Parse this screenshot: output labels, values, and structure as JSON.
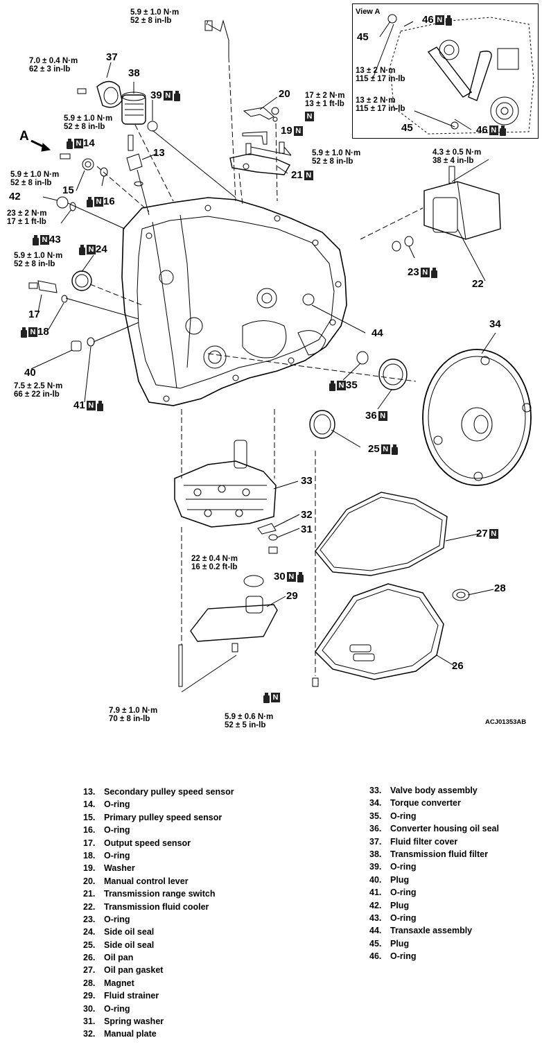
{
  "view_a": {
    "title": "View A"
  },
  "arrow_a": "A",
  "figure_code": "ACJ01353AB",
  "callouts": {
    "c13": "13",
    "c14": "14",
    "c15": "15",
    "c16": "16",
    "c17": "17",
    "c18": "18",
    "c19": "19",
    "c20": "20",
    "c21": "21",
    "c22": "22",
    "c23": "23",
    "c24": "24",
    "c25": "25",
    "c26": "26",
    "c27": "27",
    "c28": "28",
    "c29": "29",
    "c30": "30",
    "c31": "31",
    "c32": "32",
    "c33": "33",
    "c34": "34",
    "c35": "35",
    "c36": "36",
    "c37": "37",
    "c38": "38",
    "c39": "39",
    "c40": "40",
    "c41": "41",
    "c42": "42",
    "c43": "43",
    "c44": "44",
    "c45a": "45",
    "c46a": "46",
    "c45b": "45",
    "c46b": "46"
  },
  "torques": {
    "t_top_bolt": [
      "5.9 ± 1.0 N·m",
      "52 ± 8 in-lb"
    ],
    "t37": [
      "7.0 ± 0.4 N·m",
      "62 ± 3 in-lb"
    ],
    "t13": [
      "5.9 ± 1.0 N·m",
      "52 ± 8 in-lb"
    ],
    "t20nut": [
      "17 ± 2 N·m",
      "13 ± 1 ft-lb"
    ],
    "t21": [
      "5.9 ± 1.0 N·m",
      "52 ± 8 in-lb"
    ],
    "t15": [
      "5.9 ± 1.0 N·m",
      "52 ± 8 in-lb"
    ],
    "t42": [
      "23 ± 2 N·m",
      "17 ± 1 ft-lb"
    ],
    "t17": [
      "5.9 ± 1.0 N·m",
      "52 ± 8 in-lb"
    ],
    "t40": [
      "7.5 ± 2.5 N·m",
      "66 ± 22 in-lb"
    ],
    "t22": [
      "4.3 ± 0.5 N·m",
      "38 ± 4 in-lb"
    ],
    "t_va1": [
      "13 ± 2 N·m",
      "115 ± 17 in-lb"
    ],
    "t_va2": [
      "13 ± 2 N·m",
      "115 ± 17 in-lb"
    ],
    "t31": [
      "22 ± 0.4 N·m",
      "16 ± 0.2 ft-lb"
    ],
    "t_strainer": [
      "7.9 ± 1.0 N·m",
      "70 ± 8 in-lb"
    ],
    "t_pan": [
      "5.9 ± 0.6 N·m",
      "52 ± 5 in-lb"
    ]
  },
  "symbols": {
    "new_part": "N"
  },
  "legend": {
    "left": [
      {
        "n": "13.",
        "t": "Secondary pulley speed sensor"
      },
      {
        "n": "14.",
        "t": "O-ring"
      },
      {
        "n": "15.",
        "t": "Primary pulley speed sensor"
      },
      {
        "n": "16.",
        "t": "O-ring"
      },
      {
        "n": "17.",
        "t": "Output speed sensor"
      },
      {
        "n": "18.",
        "t": "O-ring"
      },
      {
        "n": "19.",
        "t": "Washer"
      },
      {
        "n": "20.",
        "t": "Manual control lever"
      },
      {
        "n": "21.",
        "t": "Transmission range switch"
      },
      {
        "n": "22.",
        "t": "Transmission fluid cooler"
      },
      {
        "n": "23.",
        "t": "O-ring"
      },
      {
        "n": "24.",
        "t": "Side oil seal"
      },
      {
        "n": "25.",
        "t": "Side oil seal"
      },
      {
        "n": "26.",
        "t": "Oil pan"
      },
      {
        "n": "27.",
        "t": "Oil pan gasket"
      },
      {
        "n": "28.",
        "t": "Magnet"
      },
      {
        "n": "29.",
        "t": "Fluid strainer"
      },
      {
        "n": "30.",
        "t": "O-ring"
      },
      {
        "n": "31.",
        "t": "Spring washer"
      },
      {
        "n": "32.",
        "t": "Manual plate"
      }
    ],
    "right": [
      {
        "n": "33.",
        "t": "Valve body assembly"
      },
      {
        "n": "34.",
        "t": "Torque converter"
      },
      {
        "n": "35.",
        "t": "O-ring"
      },
      {
        "n": "36.",
        "t": "Converter housing oil seal"
      },
      {
        "n": "37.",
        "t": "Fluid filter cover"
      },
      {
        "n": "38.",
        "t": "Transmission fluid filter"
      },
      {
        "n": "39.",
        "t": "O-ring"
      },
      {
        "n": "40.",
        "t": "Plug"
      },
      {
        "n": "41.",
        "t": "O-ring"
      },
      {
        "n": "42.",
        "t": "Plug"
      },
      {
        "n": "43.",
        "t": "O-ring"
      },
      {
        "n": "44.",
        "t": "Transaxle assembly"
      },
      {
        "n": "45.",
        "t": "Plug"
      },
      {
        "n": "46.",
        "t": "O-ring"
      }
    ]
  }
}
